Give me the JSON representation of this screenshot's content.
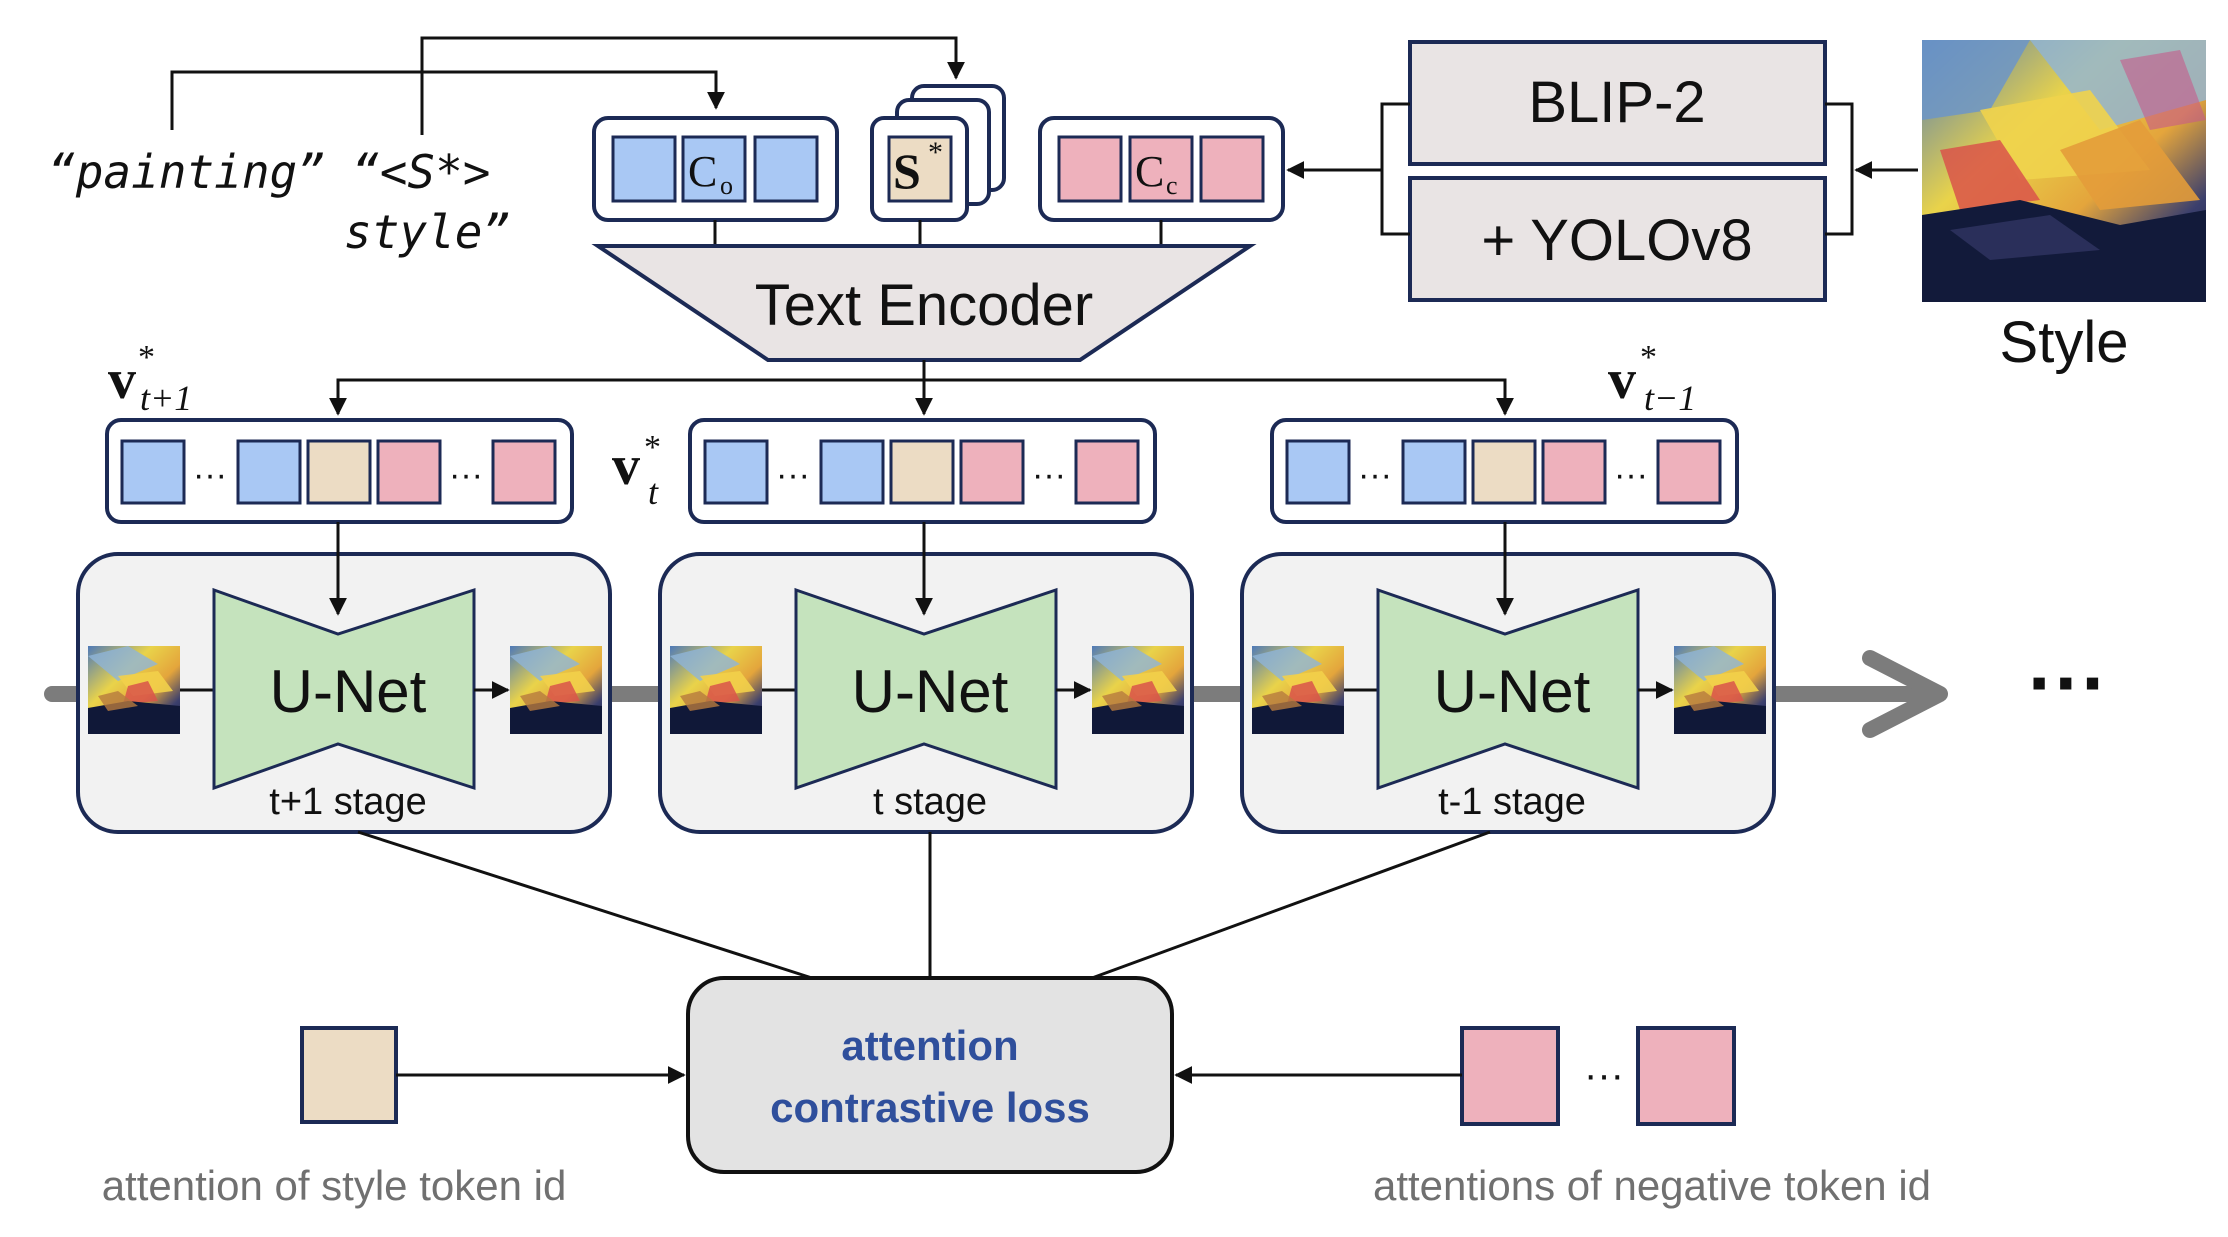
{
  "prompts": {
    "painting": "“painting”",
    "style_line1": "“<S*>",
    "style_line2": "style”"
  },
  "tokens": {
    "object": "C",
    "object_sub": "o",
    "style": "S",
    "style_sup": "*",
    "caption": "C",
    "caption_sub": "c"
  },
  "captioners": {
    "blip": "BLIP-2",
    "yolo": "+ YOLOv8"
  },
  "style_image_label": "Style",
  "text_encoder": "Text Encoder",
  "vectors": {
    "v_next": "v",
    "v_next_sub": "t+1",
    "v_cur": "v",
    "v_cur_sub": "t",
    "v_prev": "v",
    "v_prev_sub": "t−1",
    "star": "*"
  },
  "unet": {
    "label": "U-Net",
    "stage_next": "t+1 stage",
    "stage_cur": "t  stage",
    "stage_prev": "t-1 stage"
  },
  "ellipsis": "···",
  "inline_dots": "···",
  "loss": {
    "line1": "attention",
    "line2": "contrastive loss"
  },
  "captions": {
    "style_attention": "attention of style token id",
    "negative_attention": "attentions of negative token id"
  },
  "colors": {
    "blue": "#a9c8f4",
    "tan": "#ecdcc4",
    "pink": "#eeb1bc",
    "green": "#c5e3bd",
    "navy": "#1c2a55",
    "panel": "#f2f2f2",
    "grey_box": "#e9e4e4",
    "loss_text": "#2f4f9c",
    "arrow_grey": "#7c7c7c",
    "caption_grey": "#707070"
  }
}
